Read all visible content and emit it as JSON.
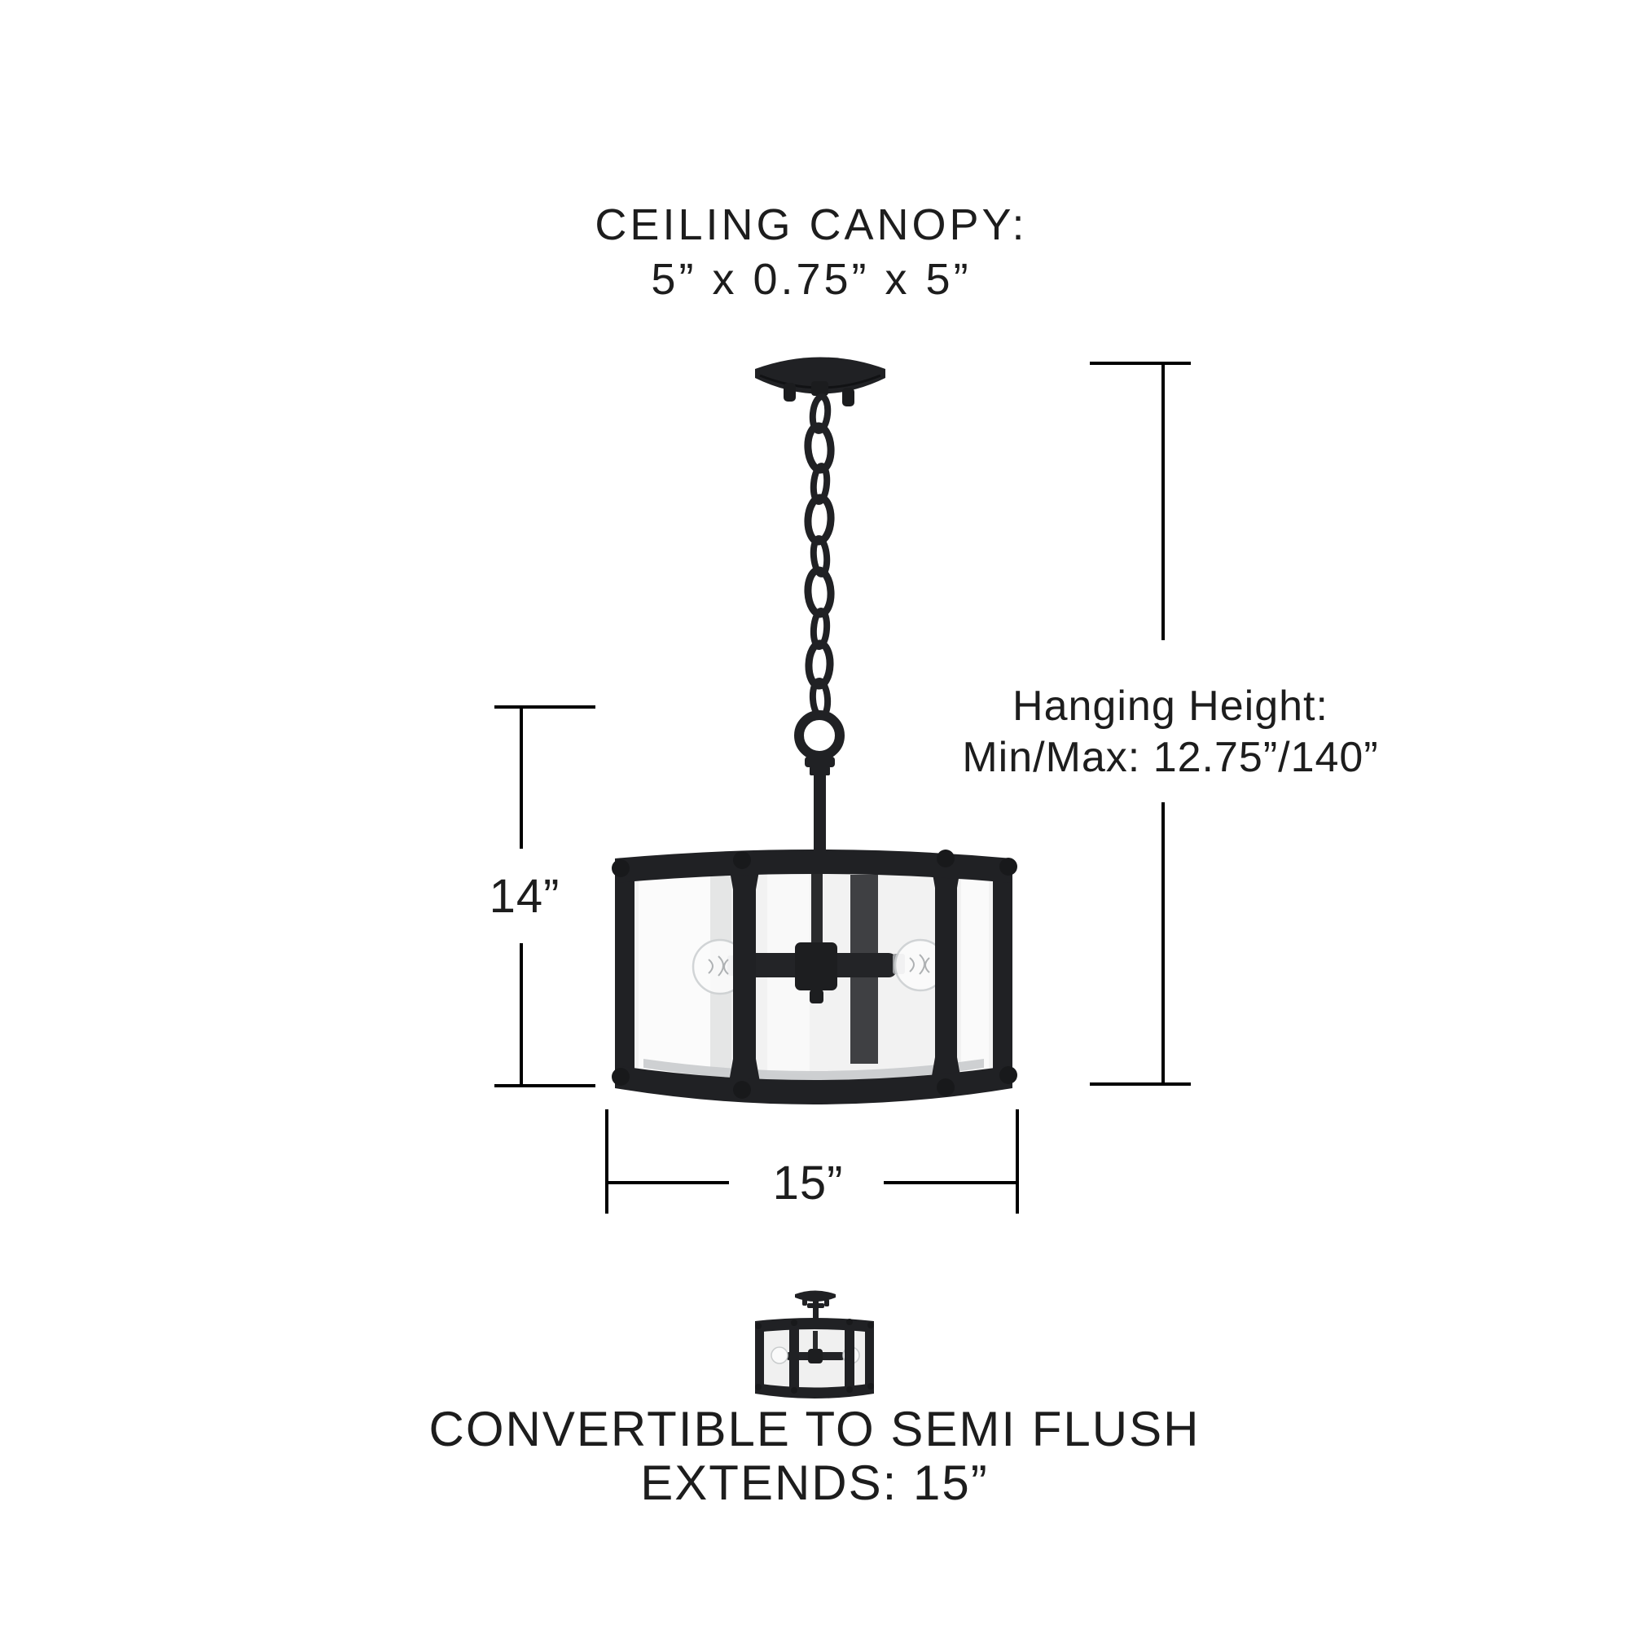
{
  "header": {
    "line1": "CEILING CANOPY:",
    "line2": "5” x 0.75” x 5”"
  },
  "dimensions": {
    "hanging_height": {
      "line1": "Hanging Height:",
      "line2": "Min/Max: 12.75”/140”"
    },
    "shade_height_label": "14”",
    "shade_width_label": "15”"
  },
  "footer": {
    "line1": "CONVERTIBLE TO SEMI FLUSH",
    "line2": "EXTENDS: 15”"
  },
  "colors": {
    "fixture_black": "#202124",
    "fixture_dark": "#17181a",
    "dimension_line": "#000000",
    "text": "#1d1d1d",
    "glass": "#f2f2f2",
    "background": "#ffffff"
  }
}
